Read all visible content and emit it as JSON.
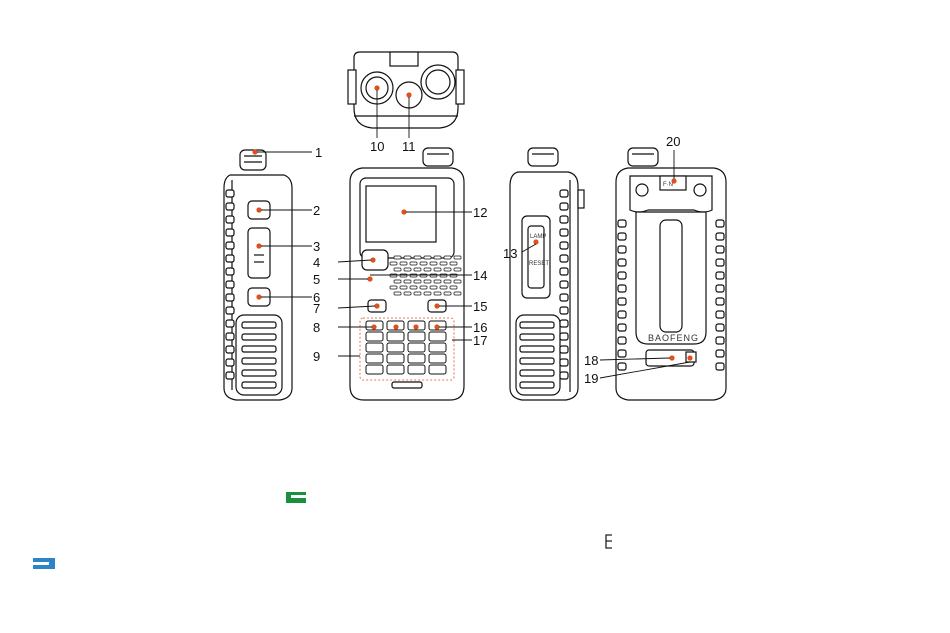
{
  "callouts": {
    "c1": "1",
    "c2": "2",
    "c3": "3",
    "c4": "4",
    "c5": "5",
    "c6": "6",
    "c7": "7",
    "c8": "8",
    "c9": "9",
    "c10": "10",
    "c11": "11",
    "c12": "12",
    "c13": "13",
    "c14": "14",
    "c15": "15",
    "c16": "16",
    "c17": "17",
    "c18": "18",
    "c19": "19",
    "c20": "20"
  },
  "labels": {
    "brand": "BAOFENG",
    "belt_clip_tag": "F·N",
    "side_switch_top": "LAMP",
    "side_switch_bottom": "RESET"
  },
  "colors": {
    "highlight": "#e0501e",
    "green_marker": "#1a8f3c",
    "blue_marker": "#2a86c8"
  },
  "icons": {
    "green_marker": "green-bar-icon",
    "blue_marker": "blue-bar-icon",
    "small_marker": "bracket-icon"
  }
}
